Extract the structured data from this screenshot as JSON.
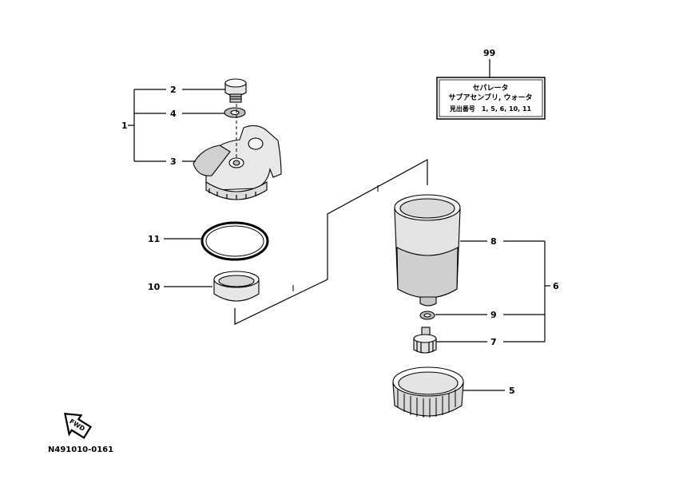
{
  "callouts": {
    "n1": "1",
    "n2": "2",
    "n3": "3",
    "n4": "4",
    "n5": "5",
    "n6": "6",
    "n7": "7",
    "n8": "8",
    "n9": "9",
    "n10": "10",
    "n11": "11",
    "n99": "99"
  },
  "kit_label": {
    "line1": "セパレータ",
    "line2": "サブアセンブリ, ウォータ",
    "line3": "見出番号　1, 5, 6, 10, 11"
  },
  "fwd_label": "FWD",
  "diagram_code": "N491010-0161"
}
